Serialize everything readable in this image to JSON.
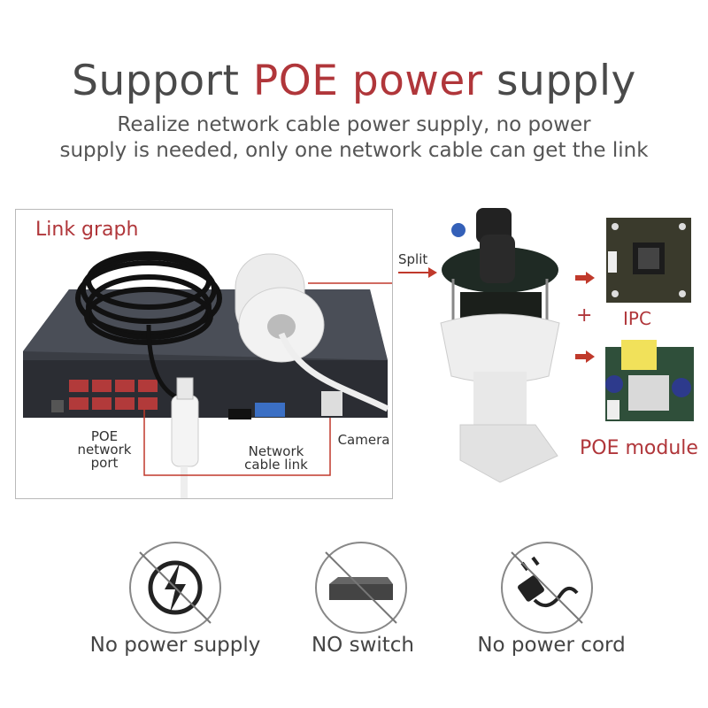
{
  "header": {
    "title_pre": "Support ",
    "title_accent": "POE power",
    "title_post": " supply",
    "subtitle_line1": "Realize network cable power supply, no power",
    "subtitle_line2": "supply is needed, only one network cable can get the link"
  },
  "link_graph": {
    "title": "Link graph",
    "poe_port_line1": "POE",
    "poe_port_line2": "network port",
    "network_line1": "Network",
    "network_line2": "cable link",
    "camera": "Camera"
  },
  "diagram": {
    "split": "Split",
    "plus": "+",
    "ipc": "IPC",
    "poe_module": "POE module"
  },
  "features": [
    {
      "label": "No power supply",
      "icon": "no-power-supply-icon"
    },
    {
      "label": "NO switch",
      "icon": "no-switch-icon"
    },
    {
      "label": "No power cord",
      "icon": "no-power-cord-icon"
    }
  ],
  "colors": {
    "accent": "#b0363a",
    "text": "#4a4a4a",
    "arrow": "#c0392b"
  }
}
